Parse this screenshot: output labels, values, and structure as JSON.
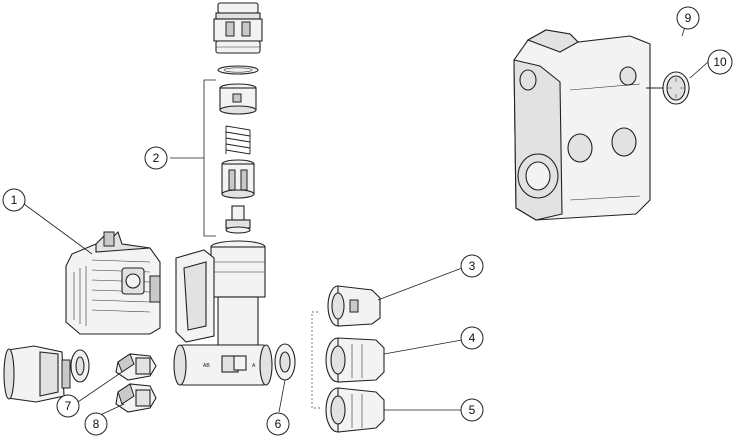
{
  "diagram": {
    "callouts": [
      {
        "id": "1",
        "label": "1"
      },
      {
        "id": "2",
        "label": "2"
      },
      {
        "id": "3",
        "label": "3"
      },
      {
        "id": "4",
        "label": "4"
      },
      {
        "id": "5",
        "label": "5"
      },
      {
        "id": "6",
        "label": "6"
      },
      {
        "id": "7",
        "label": "7"
      },
      {
        "id": "8",
        "label": "8"
      },
      {
        "id": "9",
        "label": "9"
      },
      {
        "id": "10",
        "label": "10"
      }
    ],
    "body_markings": {
      "left": "AB",
      "right": "A"
    }
  }
}
